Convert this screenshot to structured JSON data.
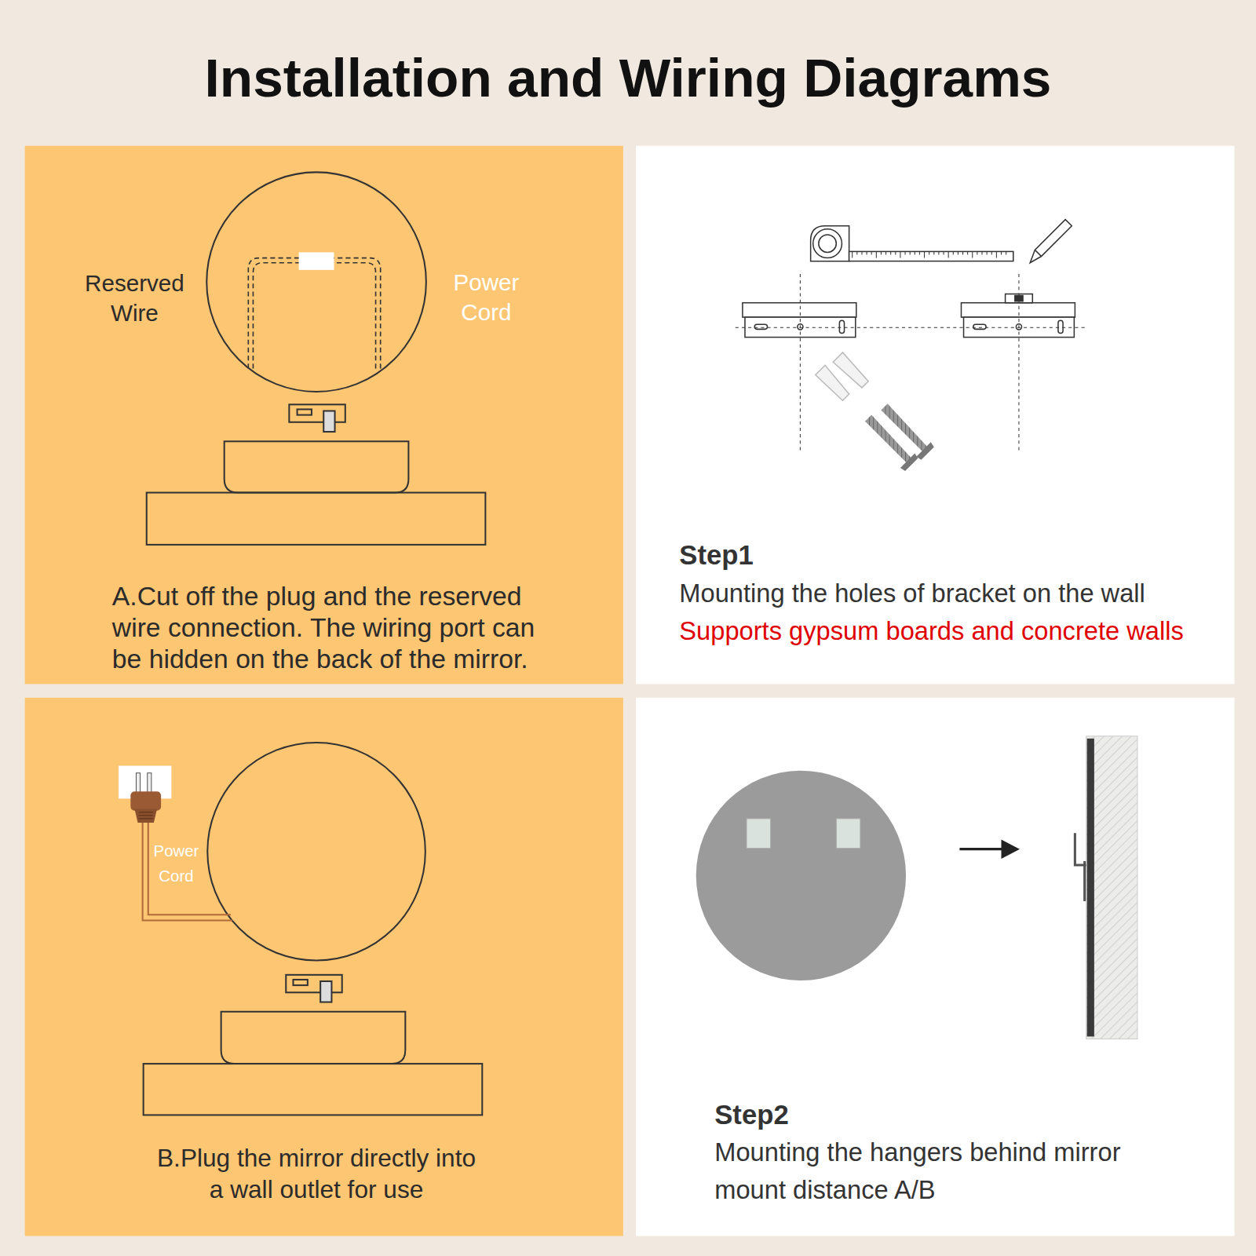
{
  "diagram": {
    "title": "Installation and Wiring Diagrams",
    "nodes": [
      {
        "text": [
          "A.Cut off the plug and the reserved wire connection. The wiring port can be hidden on the back of the mirror."
        ]
      },
      {
        "text": [
          "Step1",
          "Mounting the holes of bracket on the wall",
          "Supports gypsum boards and concrete walls"
        ]
      },
      {
        "text": [
          "B.Plug the mirror directly into a wall outlet for use"
        ]
      },
      {
        "text": [
          "Step2",
          "Mounting the hangers behind mirror mount distance A/B"
        ]
      }
    ],
    "edges": [],
    "labels": [
      "Reserved Wire",
      "Power Cord",
      "Power Cord"
    ]
  }
}
